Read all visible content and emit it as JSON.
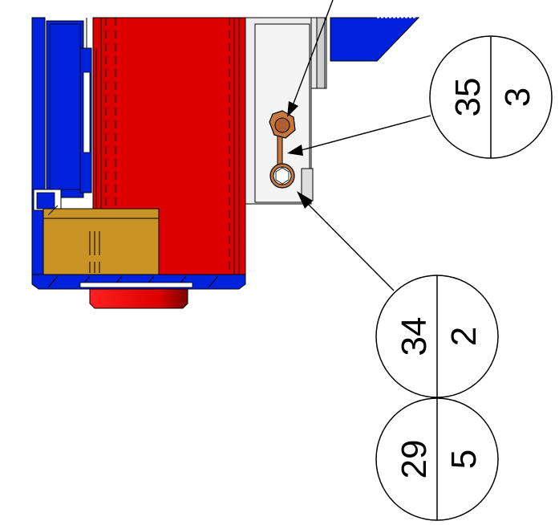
{
  "drawing": {
    "colors": {
      "housing": "#0022dd",
      "cylinder": "#dd0000",
      "block": "#c99425",
      "plate": "#e6e6e6",
      "nut": "#c8783c",
      "line": "#000000"
    },
    "balloons": [
      {
        "id": "balloon-35-3",
        "item": "35",
        "qty": "3"
      },
      {
        "id": "balloon-34-2",
        "item": "34",
        "qty": "2"
      },
      {
        "id": "balloon-29-5",
        "item": "29",
        "qty": "5"
      }
    ]
  }
}
